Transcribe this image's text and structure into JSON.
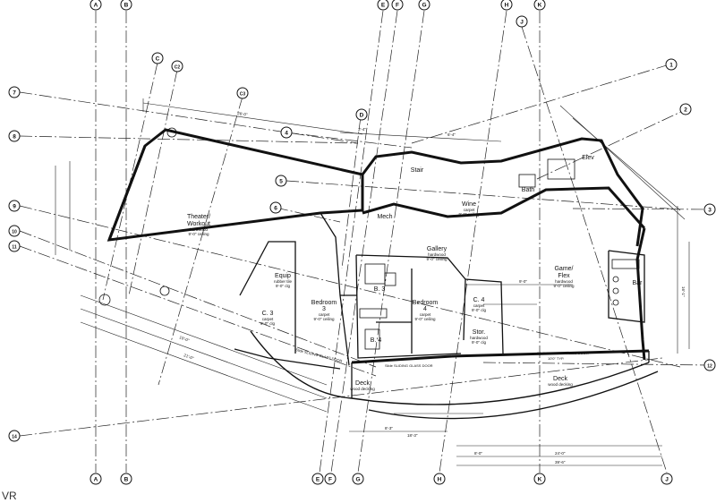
{
  "grid_columns": [
    {
      "id": "col-a",
      "label": "A"
    },
    {
      "id": "col-b",
      "label": "B"
    },
    {
      "id": "col-e",
      "label": "E"
    },
    {
      "id": "col-f",
      "label": "F"
    },
    {
      "id": "col-g",
      "label": "G"
    },
    {
      "id": "col-h",
      "label": "H"
    },
    {
      "id": "col-k",
      "label": "K"
    },
    {
      "id": "col-j",
      "label": "J"
    },
    {
      "id": "col-c",
      "label": "C"
    },
    {
      "id": "col-c2",
      "label": "C2"
    },
    {
      "id": "col-c3",
      "label": "C3"
    },
    {
      "id": "col-d",
      "label": "D"
    }
  ],
  "grid_rows": [
    {
      "id": "row-1",
      "label": "1"
    },
    {
      "id": "row-2",
      "label": "2"
    },
    {
      "id": "row-3",
      "label": "3"
    },
    {
      "id": "row-4",
      "label": "4"
    },
    {
      "id": "row-5",
      "label": "5"
    },
    {
      "id": "row-6",
      "label": "6"
    },
    {
      "id": "row-7",
      "label": "7"
    },
    {
      "id": "row-8",
      "label": "8"
    },
    {
      "id": "row-9",
      "label": "9"
    },
    {
      "id": "row-10",
      "label": "10"
    },
    {
      "id": "row-11",
      "label": "11"
    },
    {
      "id": "row-12",
      "label": "12"
    },
    {
      "id": "row-14",
      "label": "14"
    }
  ],
  "rooms": {
    "theater": {
      "name": "Theater/",
      "name2": "Workout",
      "finish": "hardwood",
      "ceiling": "9'-0\" ceiling"
    },
    "mech": {
      "name": "Mech"
    },
    "stair": {
      "name": "Stair"
    },
    "gallery": {
      "name": "Gallery",
      "finish": "hardwood",
      "ceiling": "9'-0\" ceiling"
    },
    "wine": {
      "name": "Wine",
      "finish": "carpet",
      "ceiling": "9'-0\" ceiling"
    },
    "bath1": {
      "name": "Bath"
    },
    "elev": {
      "name": "Elev"
    },
    "equip": {
      "name": "Equip",
      "finish": "rubber tile",
      "ceiling": "9'-0\" clg"
    },
    "bedroom3": {
      "name": "Bedroom",
      "number": "3",
      "finish": "carpet",
      "ceiling": "9'-0\" ceiling"
    },
    "bedroom4": {
      "name": "Bedroom",
      "number": "4",
      "finish": "carpet",
      "ceiling": "9'-0\" ceiling"
    },
    "game": {
      "name": "Game/",
      "name2": "Flex",
      "finish": "hardwood",
      "ceiling": "9'-0\" ceiling"
    },
    "bar": {
      "name": "Bar"
    },
    "c3": {
      "name": "C. 3",
      "finish": "carpet",
      "ceiling": "9'-0\" clg"
    },
    "c4": {
      "name": "C. 4",
      "finish": "carpet",
      "ceiling": "9'-0\" clg"
    },
    "b3": {
      "name": "B. 3"
    },
    "b4": {
      "name": "B. 4"
    },
    "stor": {
      "name": "Stor.",
      "finish": "hardwood",
      "ceiling": "9'-0\" clg"
    },
    "deck_left": {
      "name": "Deck",
      "finish": "wood decking"
    },
    "deck_right": {
      "name": "Deck",
      "finish": "wood decking"
    }
  },
  "notes": {
    "sliding_left": "Slide SLIDING GLASS DOOR",
    "sliding_mid": "Slide SLIDING GLASS DOOR",
    "sliding_right": "24x8x8 SLIDING GLASS DOOR",
    "typ": "10'0\" TYP."
  },
  "dimensions": {
    "d1": "26'-0\"",
    "d2": "24'-0\"",
    "d3": "8'-0\"",
    "d4": "8'-3\"",
    "d5": "39'-6\"",
    "d6": "3'-4\"",
    "d7": "6'-4\"",
    "d8": "9'-0\"",
    "d9": "18'-3\"",
    "d10": "10'-0\"",
    "d11": "21'-0\"",
    "d12": "16'-1\""
  },
  "corner_mark": "VR"
}
